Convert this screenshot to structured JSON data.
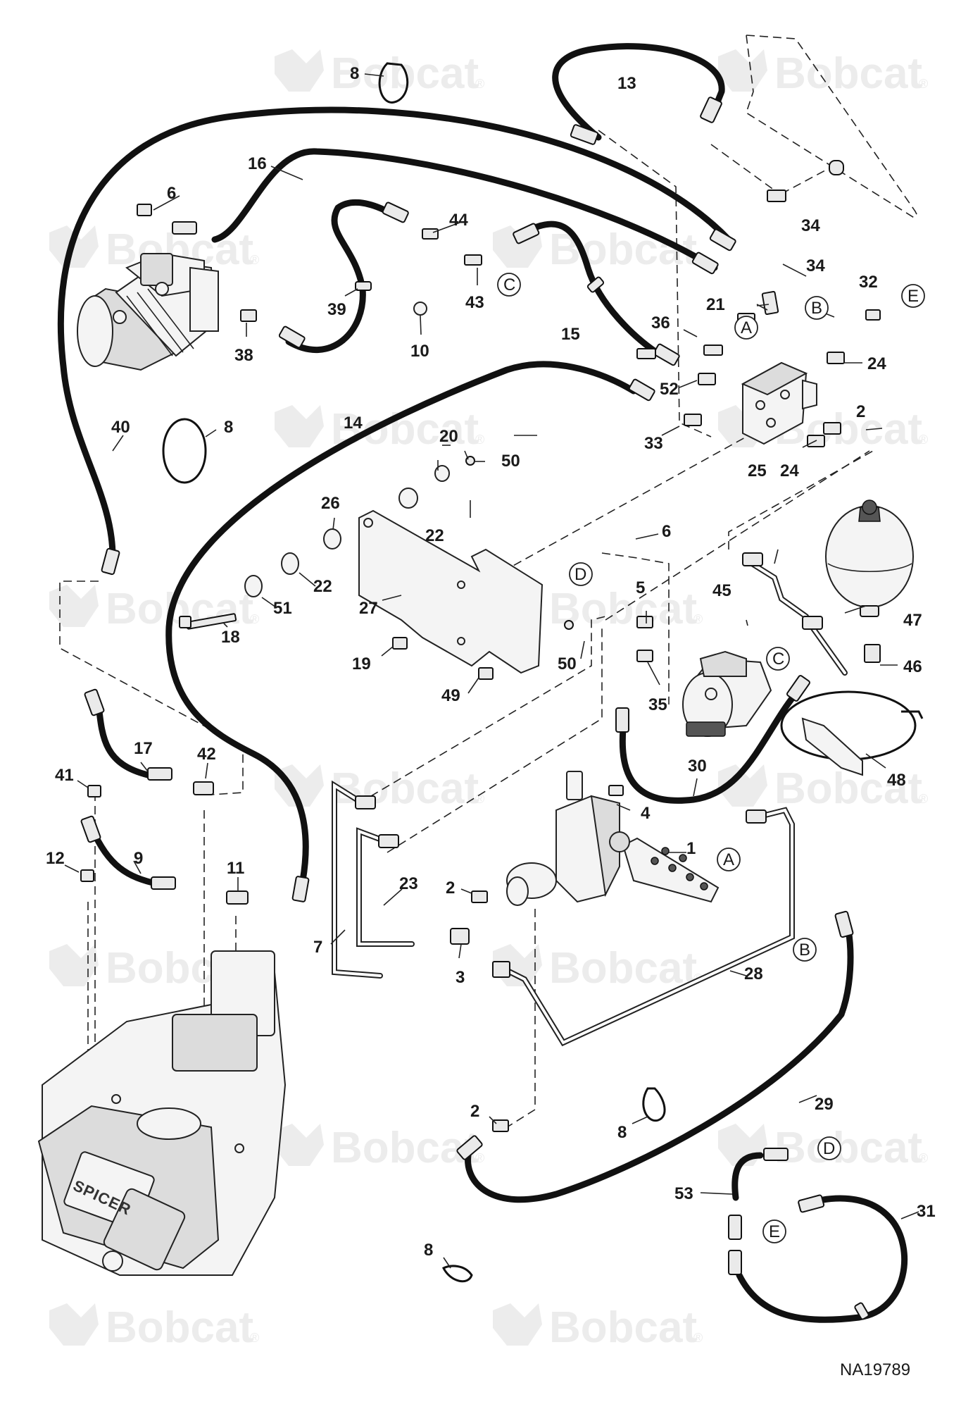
{
  "drawing_id": "NA19789",
  "watermark": {
    "brand": "Bobcat",
    "mark": "®"
  },
  "housing_brand": "SPICER",
  "callouts": [
    {
      "id": "c-1",
      "text": "1"
    },
    {
      "id": "c-2a",
      "text": "2"
    },
    {
      "id": "c-2b",
      "text": "2"
    },
    {
      "id": "c-2c",
      "text": "2"
    },
    {
      "id": "c-3",
      "text": "3"
    },
    {
      "id": "c-4",
      "text": "4"
    },
    {
      "id": "c-5",
      "text": "5"
    },
    {
      "id": "c-6a",
      "text": "6"
    },
    {
      "id": "c-6b",
      "text": "6"
    },
    {
      "id": "c-7",
      "text": "7"
    },
    {
      "id": "c-8a",
      "text": "8"
    },
    {
      "id": "c-8b",
      "text": "8"
    },
    {
      "id": "c-8c",
      "text": "8"
    },
    {
      "id": "c-8d",
      "text": "8"
    },
    {
      "id": "c-9",
      "text": "9"
    },
    {
      "id": "c-10",
      "text": "10"
    },
    {
      "id": "c-11",
      "text": "11"
    },
    {
      "id": "c-12",
      "text": "12"
    },
    {
      "id": "c-13",
      "text": "13"
    },
    {
      "id": "c-14",
      "text": "14"
    },
    {
      "id": "c-15",
      "text": "15"
    },
    {
      "id": "c-16",
      "text": "16"
    },
    {
      "id": "c-17",
      "text": "17"
    },
    {
      "id": "c-18",
      "text": "18"
    },
    {
      "id": "c-19",
      "text": "19"
    },
    {
      "id": "c-20",
      "text": "20"
    },
    {
      "id": "c-21",
      "text": "21"
    },
    {
      "id": "c-22a",
      "text": "22"
    },
    {
      "id": "c-22b",
      "text": "22"
    },
    {
      "id": "c-23",
      "text": "23"
    },
    {
      "id": "c-24a",
      "text": "24"
    },
    {
      "id": "c-24b",
      "text": "24"
    },
    {
      "id": "c-25",
      "text": "25"
    },
    {
      "id": "c-26",
      "text": "26"
    },
    {
      "id": "c-27",
      "text": "27"
    },
    {
      "id": "c-28",
      "text": "28"
    },
    {
      "id": "c-29",
      "text": "29"
    },
    {
      "id": "c-30",
      "text": "30"
    },
    {
      "id": "c-31",
      "text": "31"
    },
    {
      "id": "c-32",
      "text": "32"
    },
    {
      "id": "c-33",
      "text": "33"
    },
    {
      "id": "c-34a",
      "text": "34"
    },
    {
      "id": "c-34b",
      "text": "34"
    },
    {
      "id": "c-35",
      "text": "35"
    },
    {
      "id": "c-36",
      "text": "36"
    },
    {
      "id": "c-38",
      "text": "38"
    },
    {
      "id": "c-39",
      "text": "39"
    },
    {
      "id": "c-40",
      "text": "40"
    },
    {
      "id": "c-41",
      "text": "41"
    },
    {
      "id": "c-42",
      "text": "42"
    },
    {
      "id": "c-43",
      "text": "43"
    },
    {
      "id": "c-44",
      "text": "44"
    },
    {
      "id": "c-45",
      "text": "45"
    },
    {
      "id": "c-46",
      "text": "46"
    },
    {
      "id": "c-47",
      "text": "47"
    },
    {
      "id": "c-48",
      "text": "48"
    },
    {
      "id": "c-49",
      "text": "49"
    },
    {
      "id": "c-50a",
      "text": "50"
    },
    {
      "id": "c-50b",
      "text": "50"
    },
    {
      "id": "c-51",
      "text": "51"
    },
    {
      "id": "c-52",
      "text": "52"
    },
    {
      "id": "c-53",
      "text": "53"
    }
  ],
  "connection_markers": [
    {
      "id": "m-A1",
      "text": "A"
    },
    {
      "id": "m-A2",
      "text": "A"
    },
    {
      "id": "m-B1",
      "text": "B"
    },
    {
      "id": "m-B2",
      "text": "B"
    },
    {
      "id": "m-C1",
      "text": "C"
    },
    {
      "id": "m-C2",
      "text": "C"
    },
    {
      "id": "m-D1",
      "text": "D"
    },
    {
      "id": "m-D2",
      "text": "D"
    },
    {
      "id": "m-E1",
      "text": "E"
    },
    {
      "id": "m-E2",
      "text": "E"
    }
  ]
}
